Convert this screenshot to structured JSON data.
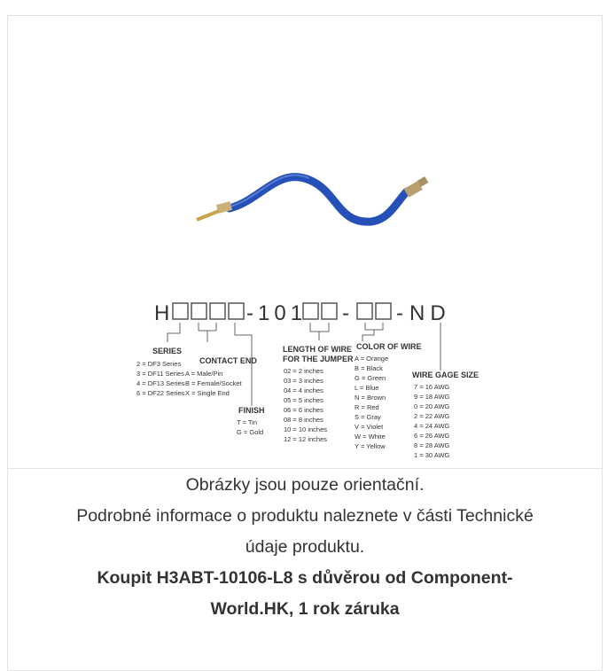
{
  "product_image": {
    "code": {
      "h": "H",
      "mid": "-101",
      "dash": "-",
      "nd": "ND"
    },
    "series": {
      "title": "SERIES",
      "items": [
        "2 = DF3 Series",
        "3 = DF11 Series",
        "4 = DF13 Series",
        "6 = DF22 Series"
      ]
    },
    "contact_end": {
      "title": "CONTACT END",
      "items": [
        "A = Male/Pin",
        "B = Female/Socket",
        "X = Single End"
      ]
    },
    "finish": {
      "title": "FINISH",
      "items": [
        "T = Tin",
        "G = Gold"
      ]
    },
    "length": {
      "title1": "LENGTH OF WIRE",
      "title2": "FOR THE JUMPER",
      "items": [
        "02 = 2 inches",
        "03 = 3 inches",
        "04 = 4 inches",
        "05 = 5 inches",
        "06 = 6 inches",
        "08 = 8 inches",
        "10 = 10 inches",
        "12 = 12 inches"
      ]
    },
    "color": {
      "title": "COLOR OF WIRE",
      "items": [
        "A = Orange",
        "B = Black",
        "G = Green",
        "L = Blue",
        "N = Brown",
        "R = Red",
        "S = Gray",
        "V = Violet",
        "W = White",
        "Y = Yellow"
      ]
    },
    "gage": {
      "title": "WIRE GAGE SIZE",
      "items": [
        "7 = 16 AWG",
        "9 = 18 AWG",
        "0 = 20 AWG",
        "2 = 22 AWG",
        "4 = 24 AWG",
        "6 = 26 AWG",
        "8 = 28 AWG",
        "1 = 30 AWG"
      ]
    },
    "wire_color": "#2450b8"
  },
  "caption": {
    "line1": "Obrázky jsou pouze orientační.",
    "line2": "Podrobné informace o produktu naleznete v části Technické",
    "line3": "údaje produktu.",
    "bold1": "Koupit H3ABT-10106-L8 s důvěrou od Component-",
    "bold2": "World.HK, 1 rok záruka"
  }
}
